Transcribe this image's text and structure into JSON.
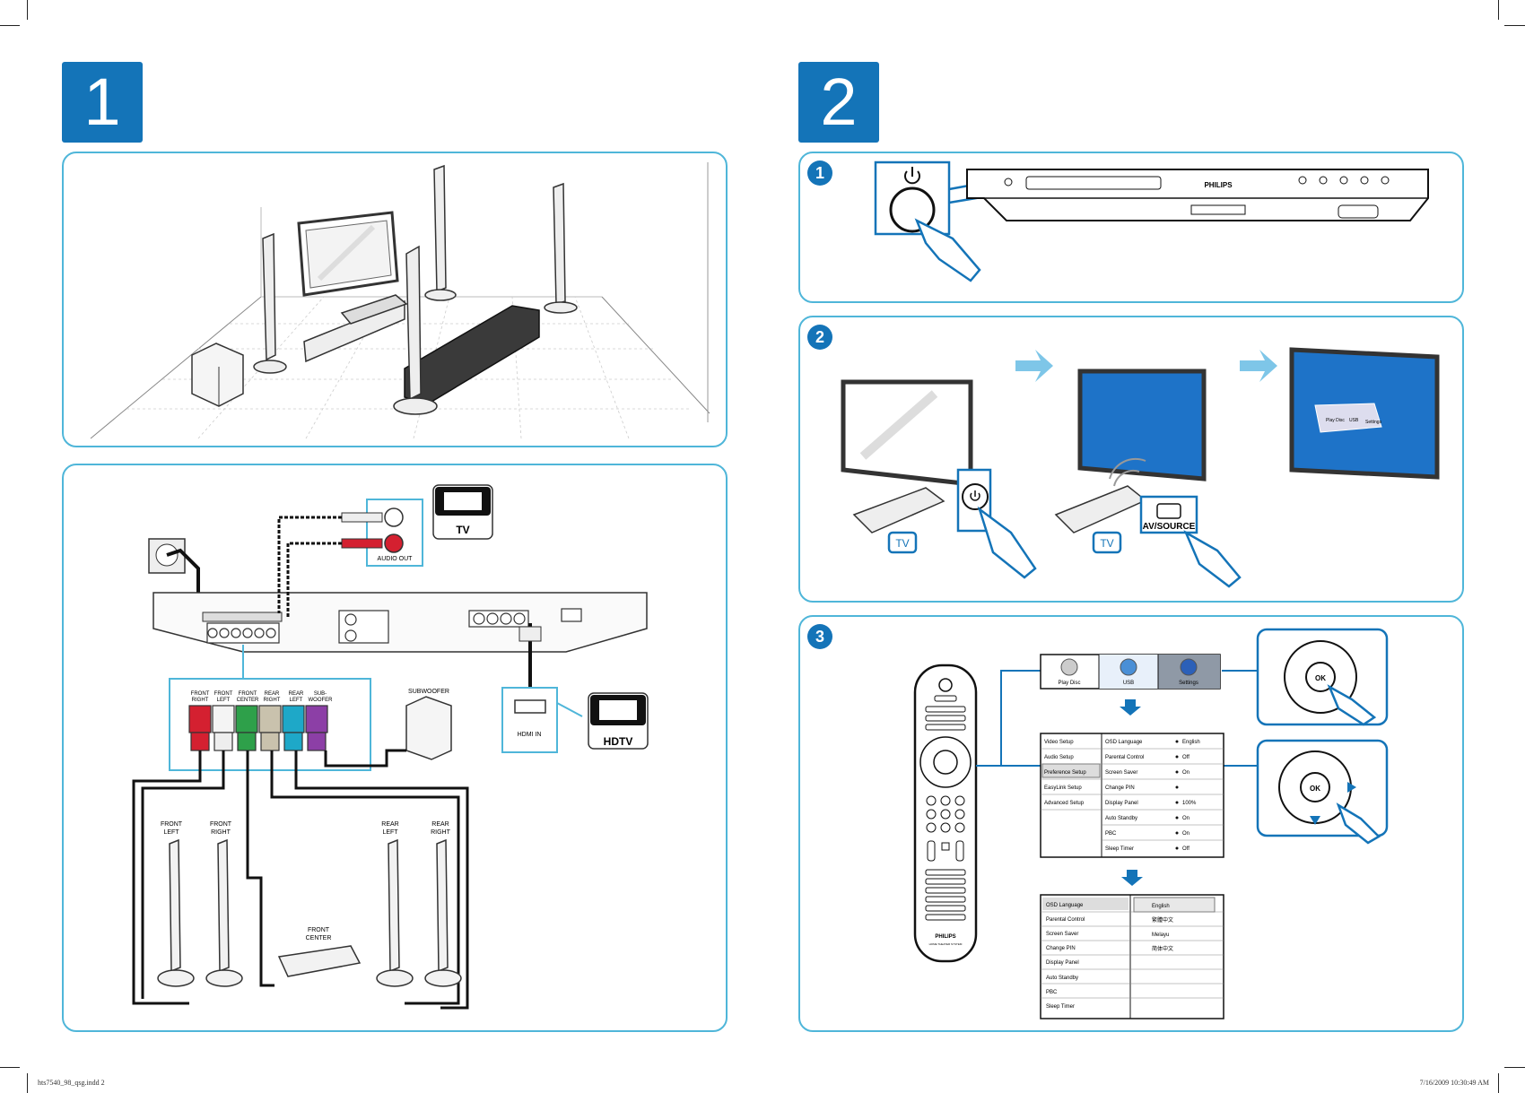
{
  "sections": {
    "s1": {
      "number": "1"
    },
    "s2": {
      "number": "2"
    }
  },
  "steps": {
    "a": "1",
    "b": "2",
    "c": "3"
  },
  "connection_labels": {
    "tv": "TV",
    "audio_out": "AUDIO OUT",
    "hdmi_in": "HDMI IN",
    "hdtv": "HDTV",
    "subwoofer": "SUBWOOFER",
    "connectors": [
      {
        "line1": "FRONT",
        "line2": "RIGHT"
      },
      {
        "line1": "FRONT",
        "line2": "LEFT"
      },
      {
        "line1": "FRONT",
        "line2": "CENTER"
      },
      {
        "line1": "REAR",
        "line2": "RIGHT"
      },
      {
        "line1": "REAR",
        "line2": "LEFT"
      },
      {
        "line1": "SUB-",
        "line2": "WOOFER"
      }
    ],
    "speakers": {
      "front_left": {
        "line1": "FRONT",
        "line2": "LEFT"
      },
      "front_right": {
        "line1": "FRONT",
        "line2": "RIGHT"
      },
      "front_center": {
        "line1": "FRONT",
        "line2": "CENTER"
      },
      "rear_left": {
        "line1": "REAR",
        "line2": "LEFT"
      },
      "rear_right": {
        "line1": "REAR",
        "line2": "RIGHT"
      }
    }
  },
  "device": {
    "brand": "PHILIPS"
  },
  "step2": {
    "tv_label_1": "TV",
    "tv_label_2": "TV",
    "av_source": "AV/SOURCE"
  },
  "remote": {
    "brand": "PHILIPS",
    "subtitle": "HOME THEATER SYSTEM",
    "ok": "OK"
  },
  "home_menu": [
    {
      "label": "Play Disc"
    },
    {
      "label": "USB"
    },
    {
      "label": "Settings"
    }
  ],
  "setup_menu": {
    "left": [
      "Video Setup",
      "Audio Setup",
      "Preference Setup",
      "EasyLink Setup",
      "Advanced Setup"
    ],
    "right": [
      {
        "name": "OSD Language",
        "value": "English"
      },
      {
        "name": "Parental Control",
        "value": "Off"
      },
      {
        "name": "Screen Saver",
        "value": "On"
      },
      {
        "name": "Change PIN",
        "value": ""
      },
      {
        "name": "Display Panel",
        "value": "100%"
      },
      {
        "name": "Auto Standby",
        "value": "On"
      },
      {
        "name": "PBC",
        "value": "On"
      },
      {
        "name": "Sleep Timer",
        "value": "Off"
      }
    ]
  },
  "language_menu": {
    "left": [
      "OSD Language",
      "Parental Control",
      "Screen Saver",
      "Change PIN",
      "Display Panel",
      "Auto Standby",
      "PBC",
      "Sleep Timer"
    ],
    "options": [
      "English",
      "繁體中文",
      "Melayu",
      "简体中文"
    ]
  },
  "footer": {
    "left": "hts7540_98_qsg.indd   2",
    "right": "7/16/2009   10:30:49 AM"
  },
  "colors": {
    "accent": "#1474b8",
    "panel_border": "#4fb6d9",
    "screen_blue": "#1e73c8"
  }
}
